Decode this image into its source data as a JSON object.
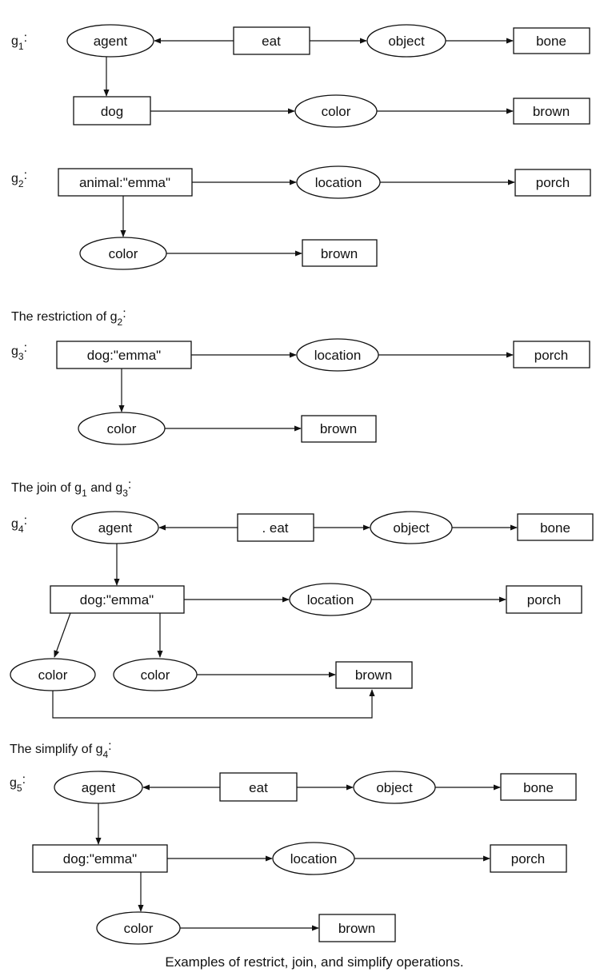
{
  "graphs": [
    {
      "id": "g1",
      "label": {
        "main": "g",
        "sub": "1",
        "suffix": ":"
      },
      "nodes": {
        "agent": "agent",
        "eat": "eat",
        "object": "object",
        "bone": "bone",
        "dog": "dog",
        "color": "color",
        "brown": "brown"
      }
    },
    {
      "id": "g2",
      "label": {
        "main": "g",
        "sub": "2",
        "suffix": ":"
      },
      "nodes": {
        "animal": "animal:\"emma\"",
        "location": "location",
        "porch": "porch",
        "color": "color",
        "brown": "brown"
      }
    },
    {
      "id": "g3",
      "heading": {
        "text": "The restriction of g",
        "sub": "2",
        "suffix": ":"
      },
      "label": {
        "main": "g",
        "sub": "3",
        "suffix": ":"
      },
      "nodes": {
        "dog": "dog:\"emma\"",
        "location": "location",
        "porch": "porch",
        "color": "color",
        "brown": "brown"
      }
    },
    {
      "id": "g4",
      "heading": {
        "part1": "The join of g",
        "sub1": "1",
        "part2": " and g",
        "sub2": "3",
        "suffix": ":"
      },
      "label": {
        "main": "g",
        "sub": "4",
        "suffix": ":"
      },
      "nodes": {
        "agent": "agent",
        "eat": ". eat",
        "object": "object",
        "bone": "bone",
        "dog": "dog:\"emma\"",
        "location": "location",
        "porch": "porch",
        "color1": "color",
        "color2": "color",
        "brown": "brown"
      }
    },
    {
      "id": "g5",
      "heading": {
        "text": "The simplify of g",
        "sub": "4",
        "suffix": ":"
      },
      "label": {
        "main": "g",
        "sub": "5",
        "suffix": ":"
      },
      "nodes": {
        "agent": "agent",
        "eat": "eat",
        "object": "object",
        "bone": "bone",
        "dog": "dog:\"emma\"",
        "location": "location",
        "porch": "porch",
        "color": "color",
        "brown": "brown"
      }
    }
  ],
  "caption": "Examples of restrict, join, and simplify operations."
}
